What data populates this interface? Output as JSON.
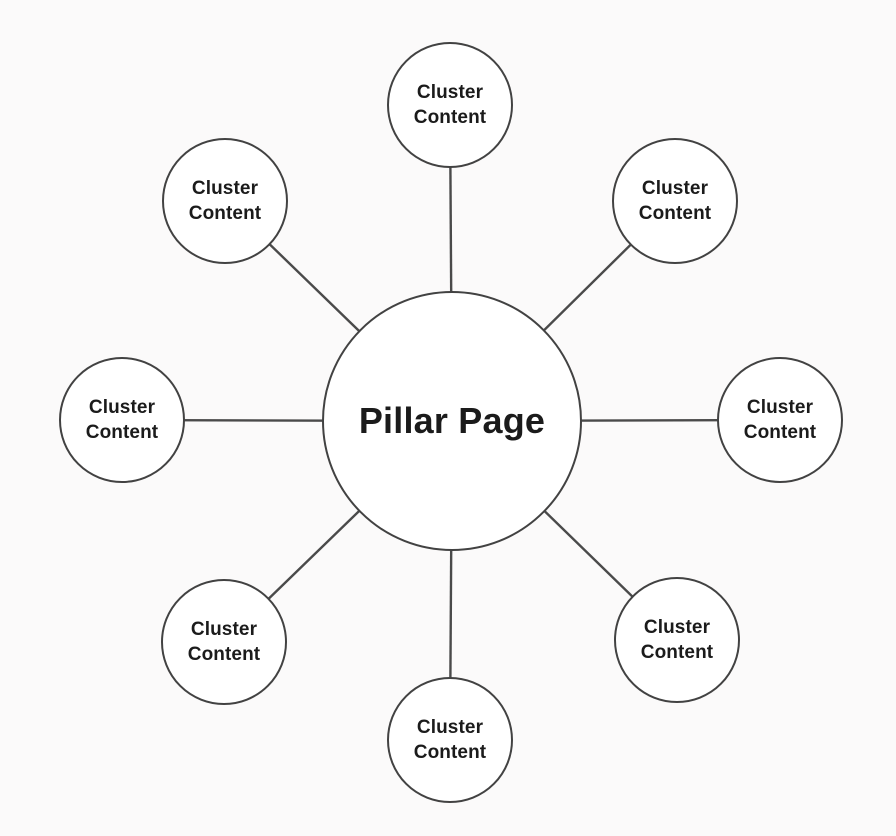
{
  "diagram": {
    "type": "hub-and-spoke",
    "center": {
      "label": "Pillar Page"
    },
    "clusters": [
      {
        "label": "Cluster Content",
        "position": "top"
      },
      {
        "label": "Cluster Content",
        "position": "top-right"
      },
      {
        "label": "Cluster Content",
        "position": "right"
      },
      {
        "label": "Cluster Content",
        "position": "bottom-right"
      },
      {
        "label": "Cluster Content",
        "position": "bottom"
      },
      {
        "label": "Cluster Content",
        "position": "bottom-left"
      },
      {
        "label": "Cluster Content",
        "position": "left"
      },
      {
        "label": "Cluster Content",
        "position": "top-left"
      }
    ],
    "colors": {
      "background": "#fbfafa",
      "node_fill": "#ffffff",
      "stroke": "#424242",
      "connector": "#4a4a4a",
      "text": "#1b1b1b"
    }
  }
}
